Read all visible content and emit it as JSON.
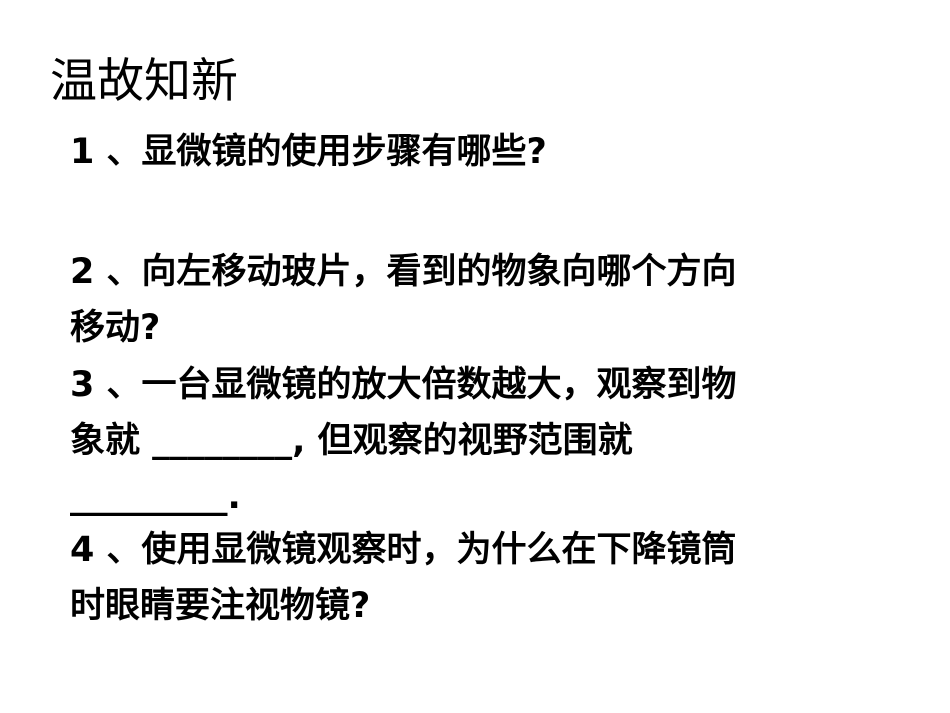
{
  "slide": {
    "title": "温故知新",
    "questions": [
      {
        "lines": [
          "1 、显微镜的使用步骤有哪些?"
        ]
      },
      {
        "lines": [
          "2 、向左移动玻片，看到的物象向哪个方向",
          "移动?"
        ]
      },
      {
        "lines": [
          "3 、一台显微镜的放大倍数越大，观察到物",
          "象就 ________, 但观察的视野范围就",
          "_________."
        ]
      },
      {
        "lines": [
          "4 、使用显微镜观察时，为什么在下降镜筒",
          "时眼睛要注视物镜?"
        ]
      }
    ]
  }
}
